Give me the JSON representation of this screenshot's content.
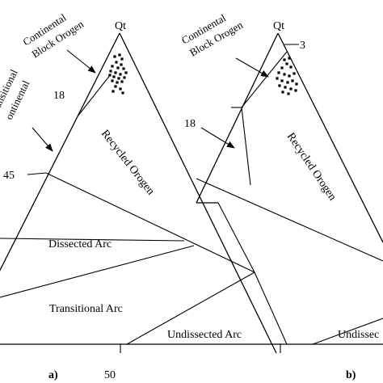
{
  "panel_a": {
    "apex": "Qt",
    "fields": {
      "continental_block_line1": "Continental",
      "continental_block_line2": "Block Orogen",
      "transitional_line1": "ransitional",
      "transitional_line2": "ontinental",
      "recycled_orogen": "Recycled Orogen",
      "dissected_arc": "Dissected Arc",
      "transitional_arc": "Transitional Arc",
      "undissected_arc": "Undissected Arc"
    },
    "values": {
      "v18": "18",
      "v45": "45",
      "v50": "50"
    },
    "panel_label": "a)"
  },
  "panel_b": {
    "apex": "Qt",
    "fields": {
      "continental_block_line1": "Continental",
      "continental_block_line2": "Block Orogen",
      "recycled_orogen": "Recycled Orogen",
      "undissected_arc": "Undissec"
    },
    "values": {
      "v3": "3",
      "v18": "18"
    },
    "panel_label": "b)"
  }
}
